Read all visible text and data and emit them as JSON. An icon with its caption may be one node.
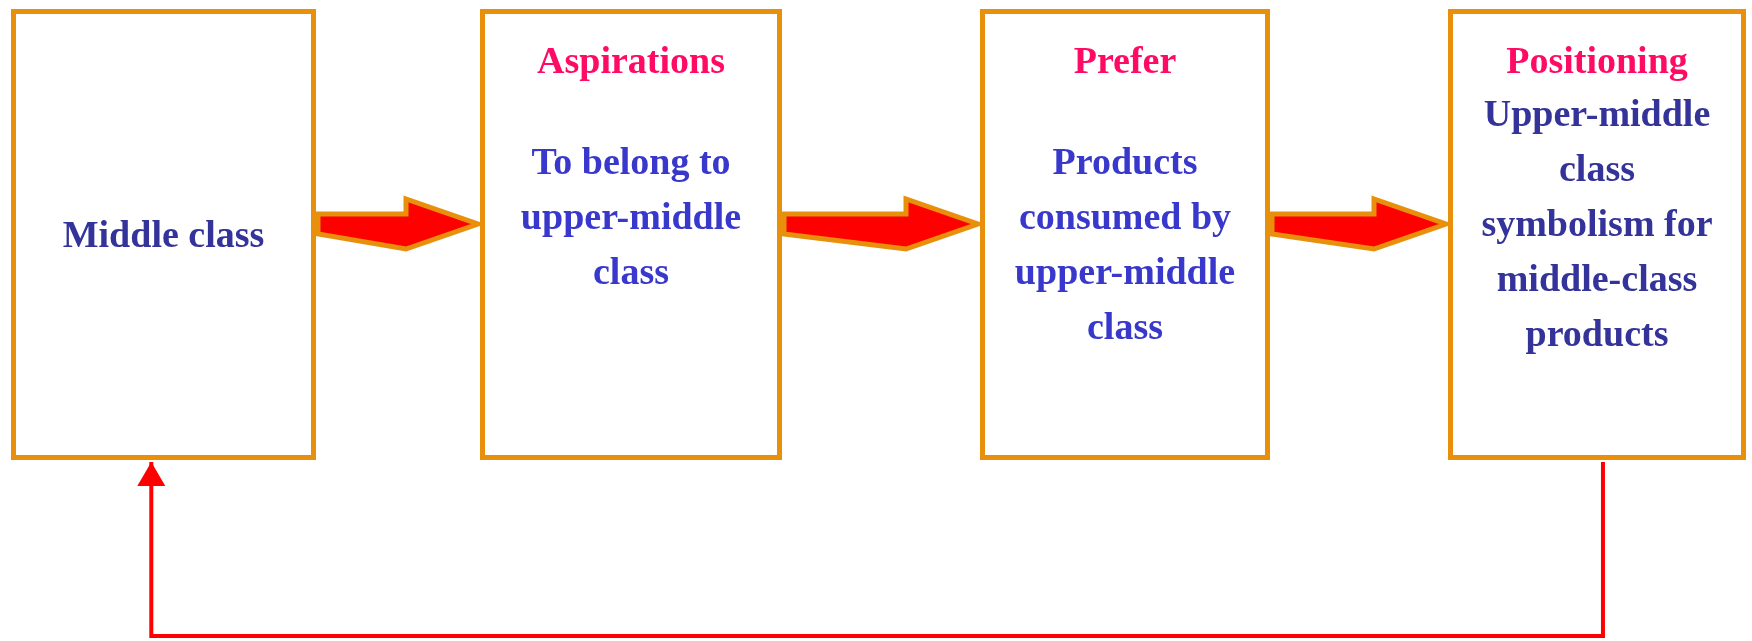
{
  "diagram": {
    "nodes": [
      {
        "text": [
          "Middle class"
        ]
      },
      {
        "text": [
          "Aspirations",
          "To belong to upper-middle class"
        ]
      },
      {
        "text": [
          "Prefer",
          "Products consumed by upper-middle class"
        ]
      },
      {
        "text": [
          "Positioning",
          "Upper-middle class symbolism for middle-class products"
        ]
      }
    ],
    "edges": [
      {
        "from": 0,
        "to": 1,
        "arrow": "to",
        "style": "thick"
      },
      {
        "from": 1,
        "to": 2,
        "arrow": "to",
        "style": "thick"
      },
      {
        "from": 2,
        "to": 3,
        "arrow": "to",
        "style": "thick"
      },
      {
        "from": 3,
        "to": 0,
        "arrow": "to"
      }
    ]
  }
}
